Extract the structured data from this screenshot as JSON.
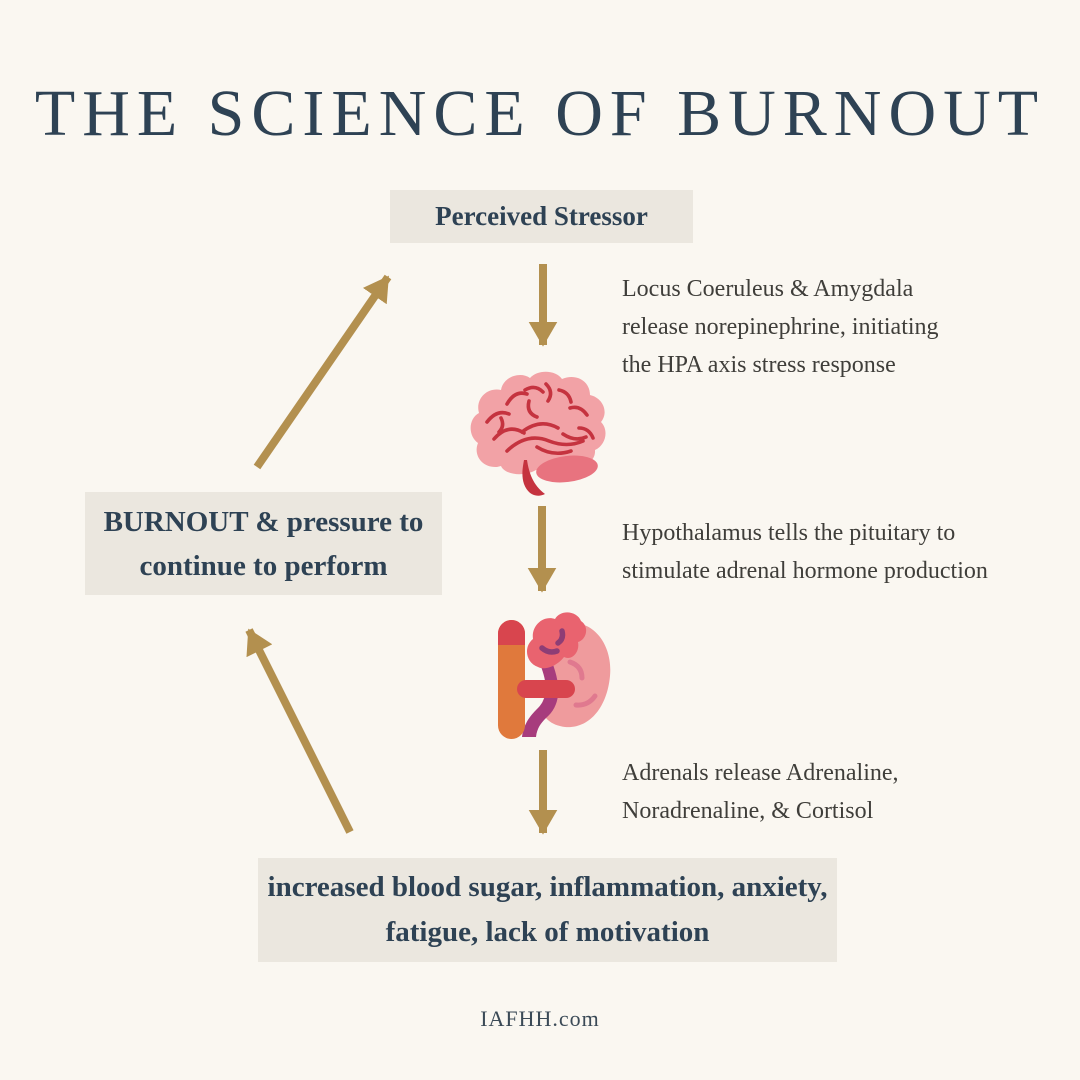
{
  "title": "THE SCIENCE OF BURNOUT",
  "footer": "IAFHH.com",
  "colors": {
    "background": "#faf7f1",
    "box_background": "#ebe7df",
    "heading_text": "#2e4254",
    "body_text": "#3f3e3a",
    "arrow_gold": "#b3904f",
    "brain_pink": "#f2a2a6",
    "brain_line_red": "#c5333f",
    "cerebellum_red": "#e8737f",
    "kidney_pink": "#ef9b9d",
    "adrenal_red": "#e9636f",
    "vessel_orange": "#e0793c",
    "vessel_red": "#d8454e",
    "ureter_purple": "#a73c7d"
  },
  "flow": {
    "stressor_box": {
      "label": "Perceived Stressor"
    },
    "annotation_norepinephrine": {
      "lines": [
        "Locus Coeruleus & Amygdala",
        "release norepinephrine, initiating",
        "the HPA axis stress response"
      ]
    },
    "annotation_hypothalamus": {
      "lines": [
        "Hypothalamus tells the pituitary to",
        "stimulate adrenal hormone production"
      ]
    },
    "annotation_adrenals": {
      "lines": [
        "Adrenals release Adrenaline,",
        "Noradrenaline, & Cortisol"
      ]
    },
    "burnout_box": {
      "lines": [
        "BURNOUT & pressure to",
        "continue to perform"
      ]
    },
    "outcome_box": {
      "lines": [
        "increased blood sugar, inflammation, anxiety,",
        "fatigue, lack of motivation"
      ]
    },
    "icons": {
      "brain": "brain-illustration",
      "kidney_adrenals": "kidney-adrenal-illustration",
      "arrows": [
        "arrow-down-1",
        "arrow-down-2",
        "arrow-down-3",
        "arrow-up-right",
        "arrow-up-left"
      ]
    }
  }
}
